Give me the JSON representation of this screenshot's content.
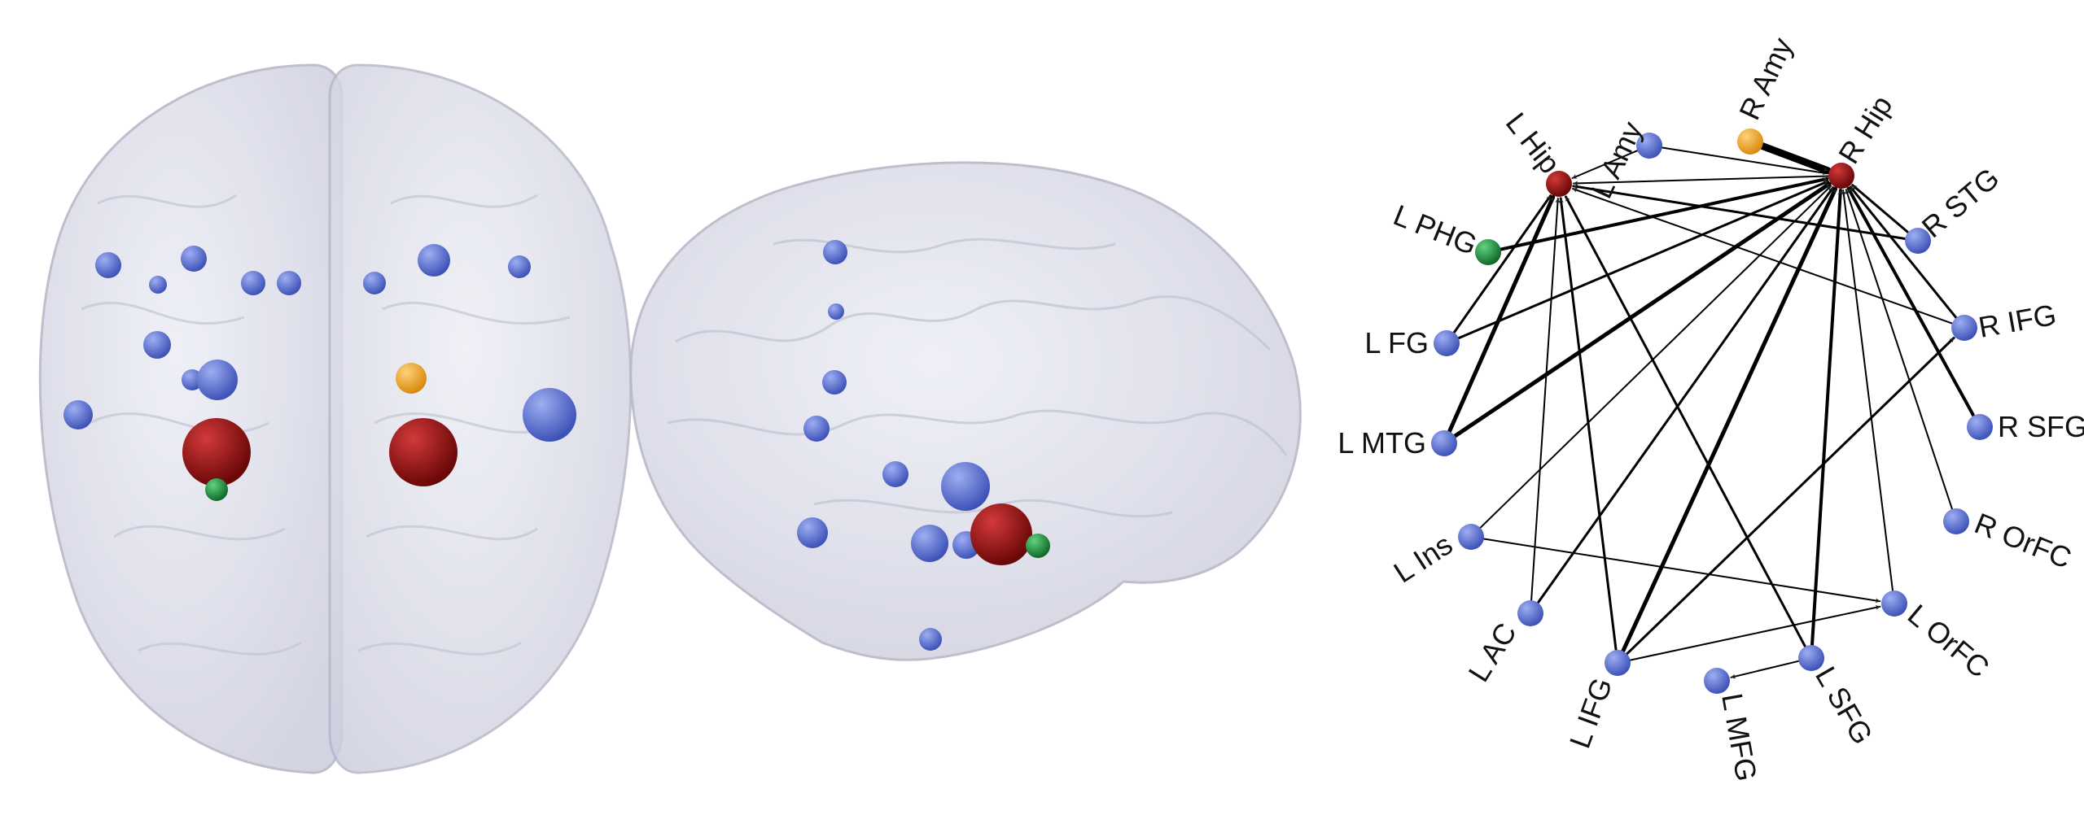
{
  "colors": {
    "brain_fill": "#dcdde8",
    "brain_stroke": "#b7b8c8",
    "blue": "#5a6fcd",
    "red": "#8e1111",
    "orange": "#f5a623",
    "green": "#1a8a3a",
    "edge": "#000000"
  },
  "node_icons": {
    "blue": "blue-sphere-icon",
    "red": "red-sphere-icon",
    "orange": "orange-sphere-icon",
    "green": "green-sphere-icon"
  },
  "network": {
    "nodes": [
      {
        "id": "L Amy",
        "color": "blue"
      },
      {
        "id": "R Amy",
        "color": "orange"
      },
      {
        "id": "R Hip",
        "color": "red"
      },
      {
        "id": "R STG",
        "color": "blue"
      },
      {
        "id": "R IFG",
        "color": "blue"
      },
      {
        "id": "R SFG",
        "color": "blue"
      },
      {
        "id": "R OrFC",
        "color": "blue"
      },
      {
        "id": "L OrFC",
        "color": "blue"
      },
      {
        "id": "L SFG",
        "color": "blue"
      },
      {
        "id": "L MFG",
        "color": "blue"
      },
      {
        "id": "L IFG",
        "color": "blue"
      },
      {
        "id": "L AC",
        "color": "blue"
      },
      {
        "id": "L Ins",
        "color": "blue"
      },
      {
        "id": "L MTG",
        "color": "blue"
      },
      {
        "id": "L FG",
        "color": "blue"
      },
      {
        "id": "L PHG",
        "color": "green"
      },
      {
        "id": "L Hip",
        "color": "red"
      }
    ],
    "edges": [
      {
        "from": "L Amy",
        "to": "R Hip",
        "weight": 2
      },
      {
        "from": "R Amy",
        "to": "R Hip",
        "weight": 9
      },
      {
        "from": "L Amy",
        "to": "L Hip",
        "weight": 2
      },
      {
        "from": "R Hip",
        "to": "L Hip",
        "weight": 2
      },
      {
        "from": "L PHG",
        "to": "R Hip",
        "weight": 4
      },
      {
        "from": "L FG",
        "to": "L Hip",
        "weight": 3
      },
      {
        "from": "L FG",
        "to": "R Hip",
        "weight": 3
      },
      {
        "from": "L MTG",
        "to": "L Hip",
        "weight": 5
      },
      {
        "from": "L MTG",
        "to": "R Hip",
        "weight": 5
      },
      {
        "from": "L Ins",
        "to": "R Hip",
        "weight": 2
      },
      {
        "from": "L Ins",
        "to": "L OrFC",
        "weight": 2
      },
      {
        "from": "L AC",
        "to": "L Hip",
        "weight": 2
      },
      {
        "from": "L AC",
        "to": "R Hip",
        "weight": 3
      },
      {
        "from": "L IFG",
        "to": "L Hip",
        "weight": 3
      },
      {
        "from": "L IFG",
        "to": "R Hip",
        "weight": 5
      },
      {
        "from": "L IFG",
        "to": "R IFG",
        "weight": 3
      },
      {
        "from": "L IFG",
        "to": "L OrFC",
        "weight": 2
      },
      {
        "from": "L SFG",
        "to": "L Hip",
        "weight": 3
      },
      {
        "from": "L SFG",
        "to": "R Hip",
        "weight": 4
      },
      {
        "from": "L SFG",
        "to": "L MFG",
        "weight": 2
      },
      {
        "from": "L OrFC",
        "to": "R Hip",
        "weight": 2
      },
      {
        "from": "R OrFC",
        "to": "R Hip",
        "weight": 2
      },
      {
        "from": "R SFG",
        "to": "R Hip",
        "weight": 4
      },
      {
        "from": "R IFG",
        "to": "R Hip",
        "weight": 3
      },
      {
        "from": "R IFG",
        "to": "L Hip",
        "weight": 2
      },
      {
        "from": "R STG",
        "to": "R Hip",
        "weight": 3
      },
      {
        "from": "R STG",
        "to": "L Hip",
        "weight": 3
      }
    ]
  }
}
